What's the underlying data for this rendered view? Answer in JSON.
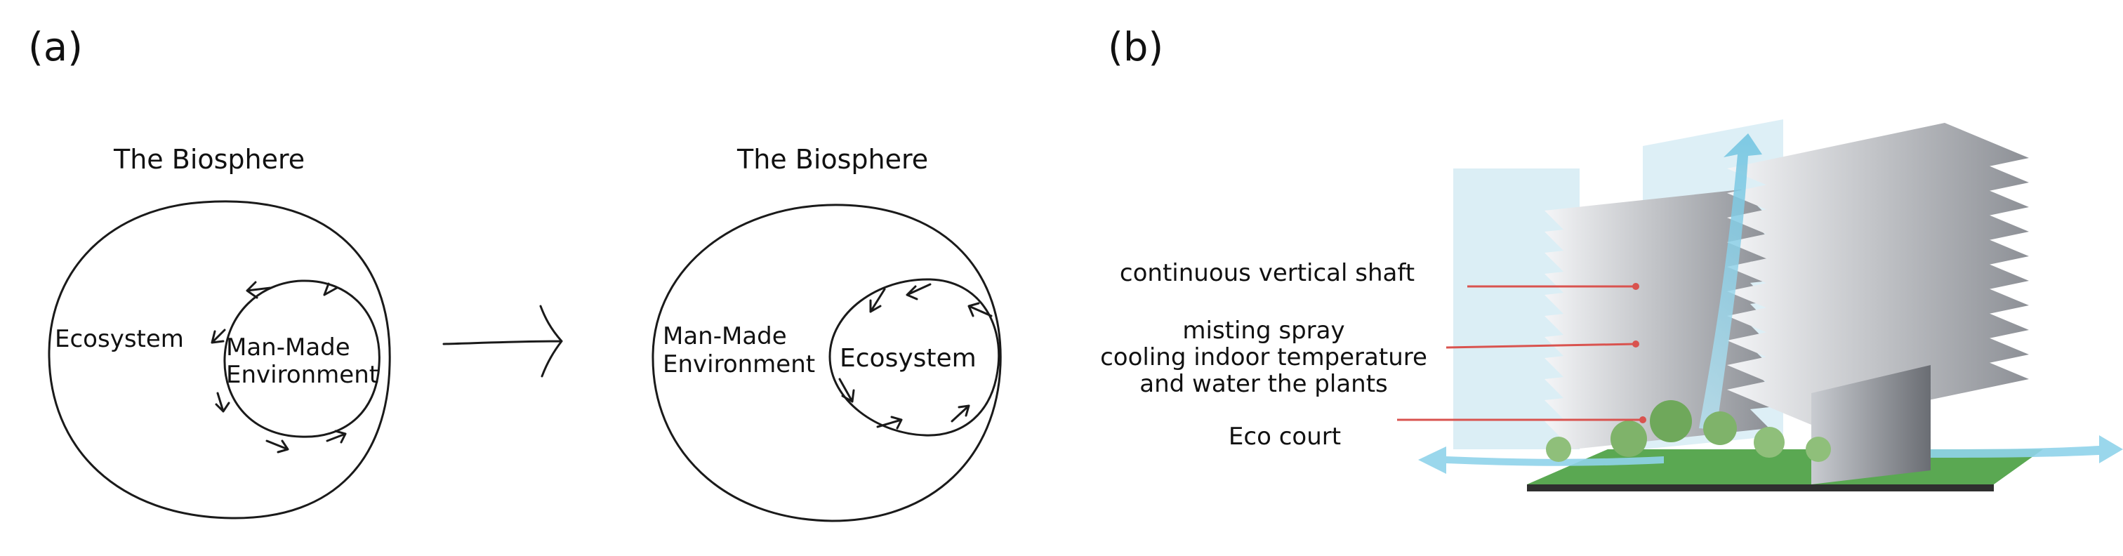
{
  "panels": {
    "a_label": "(a)",
    "b_label": "(b)"
  },
  "diagram_a": {
    "left": {
      "title": "The Biosphere",
      "outer_label": "Ecosystem",
      "inner_label_line1": "Man-Made",
      "inner_label_line2": "Environment"
    },
    "right": {
      "title": "The Biosphere",
      "outer_label_line1": "Man-Made",
      "outer_label_line2": "Environment",
      "inner_label": "Ecosystem"
    }
  },
  "diagram_b": {
    "callouts": {
      "shaft": "continuous vertical shaft",
      "spray_line1": "misting spray",
      "spray_line2": "cooling indoor temperature",
      "spray_line3": "and water the plants",
      "eco_court": "Eco court"
    },
    "colors": {
      "leader_line": "#d9534f",
      "airflow": "#8fd3ea",
      "glass_panel": "#cfe8f2",
      "ground": "#5aa852"
    }
  }
}
